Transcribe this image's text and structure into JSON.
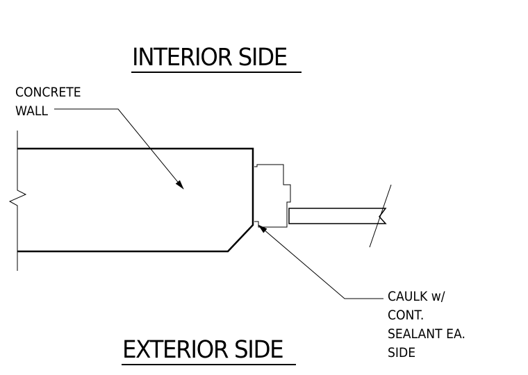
{
  "titles": {
    "interior": "INTERIOR SIDE",
    "exterior": "EXTERIOR SIDE"
  },
  "notes": {
    "concrete_wall": [
      "CONCRETE",
      "WALL"
    ],
    "caulk": [
      "CAULK w/",
      "CONT.",
      "SEALANT EA.",
      "SIDE"
    ]
  },
  "colors": {
    "ink": "#000000",
    "background": "#ffffff"
  }
}
